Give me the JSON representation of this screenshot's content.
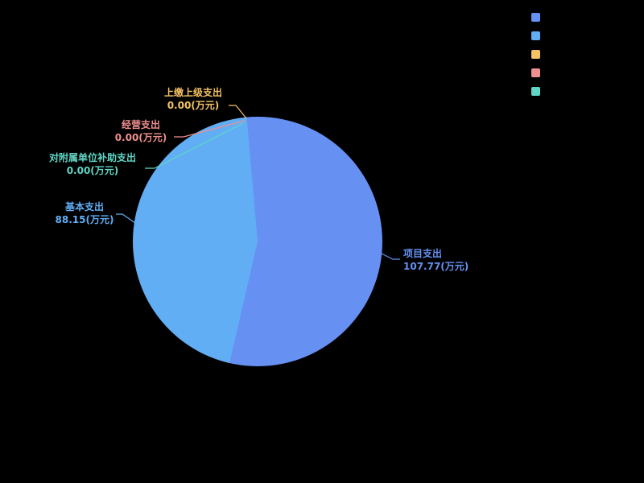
{
  "chart_data": {
    "type": "pie",
    "title": "",
    "unit": "万元",
    "background": "#000000",
    "legend_position": "top-right",
    "start_angle_deg": -5,
    "slices": [
      {
        "name": "项目支出",
        "value": 107.77,
        "value_text": "107.77(万元)",
        "color": "#6690f2"
      },
      {
        "name": "基本支出",
        "value": 88.15,
        "value_text": "88.15(万元)",
        "color": "#62aef5"
      },
      {
        "name": "上缴上级支出",
        "value": 0.0,
        "value_text": "0.00(万元)",
        "color": "#f5c265"
      },
      {
        "name": "经营支出",
        "value": 0.0,
        "value_text": "0.00(万元)",
        "color": "#f08f8f"
      },
      {
        "name": "对附属单位补助支出",
        "value": 0.0,
        "value_text": "0.00(万元)",
        "color": "#5fd6c5"
      }
    ]
  }
}
